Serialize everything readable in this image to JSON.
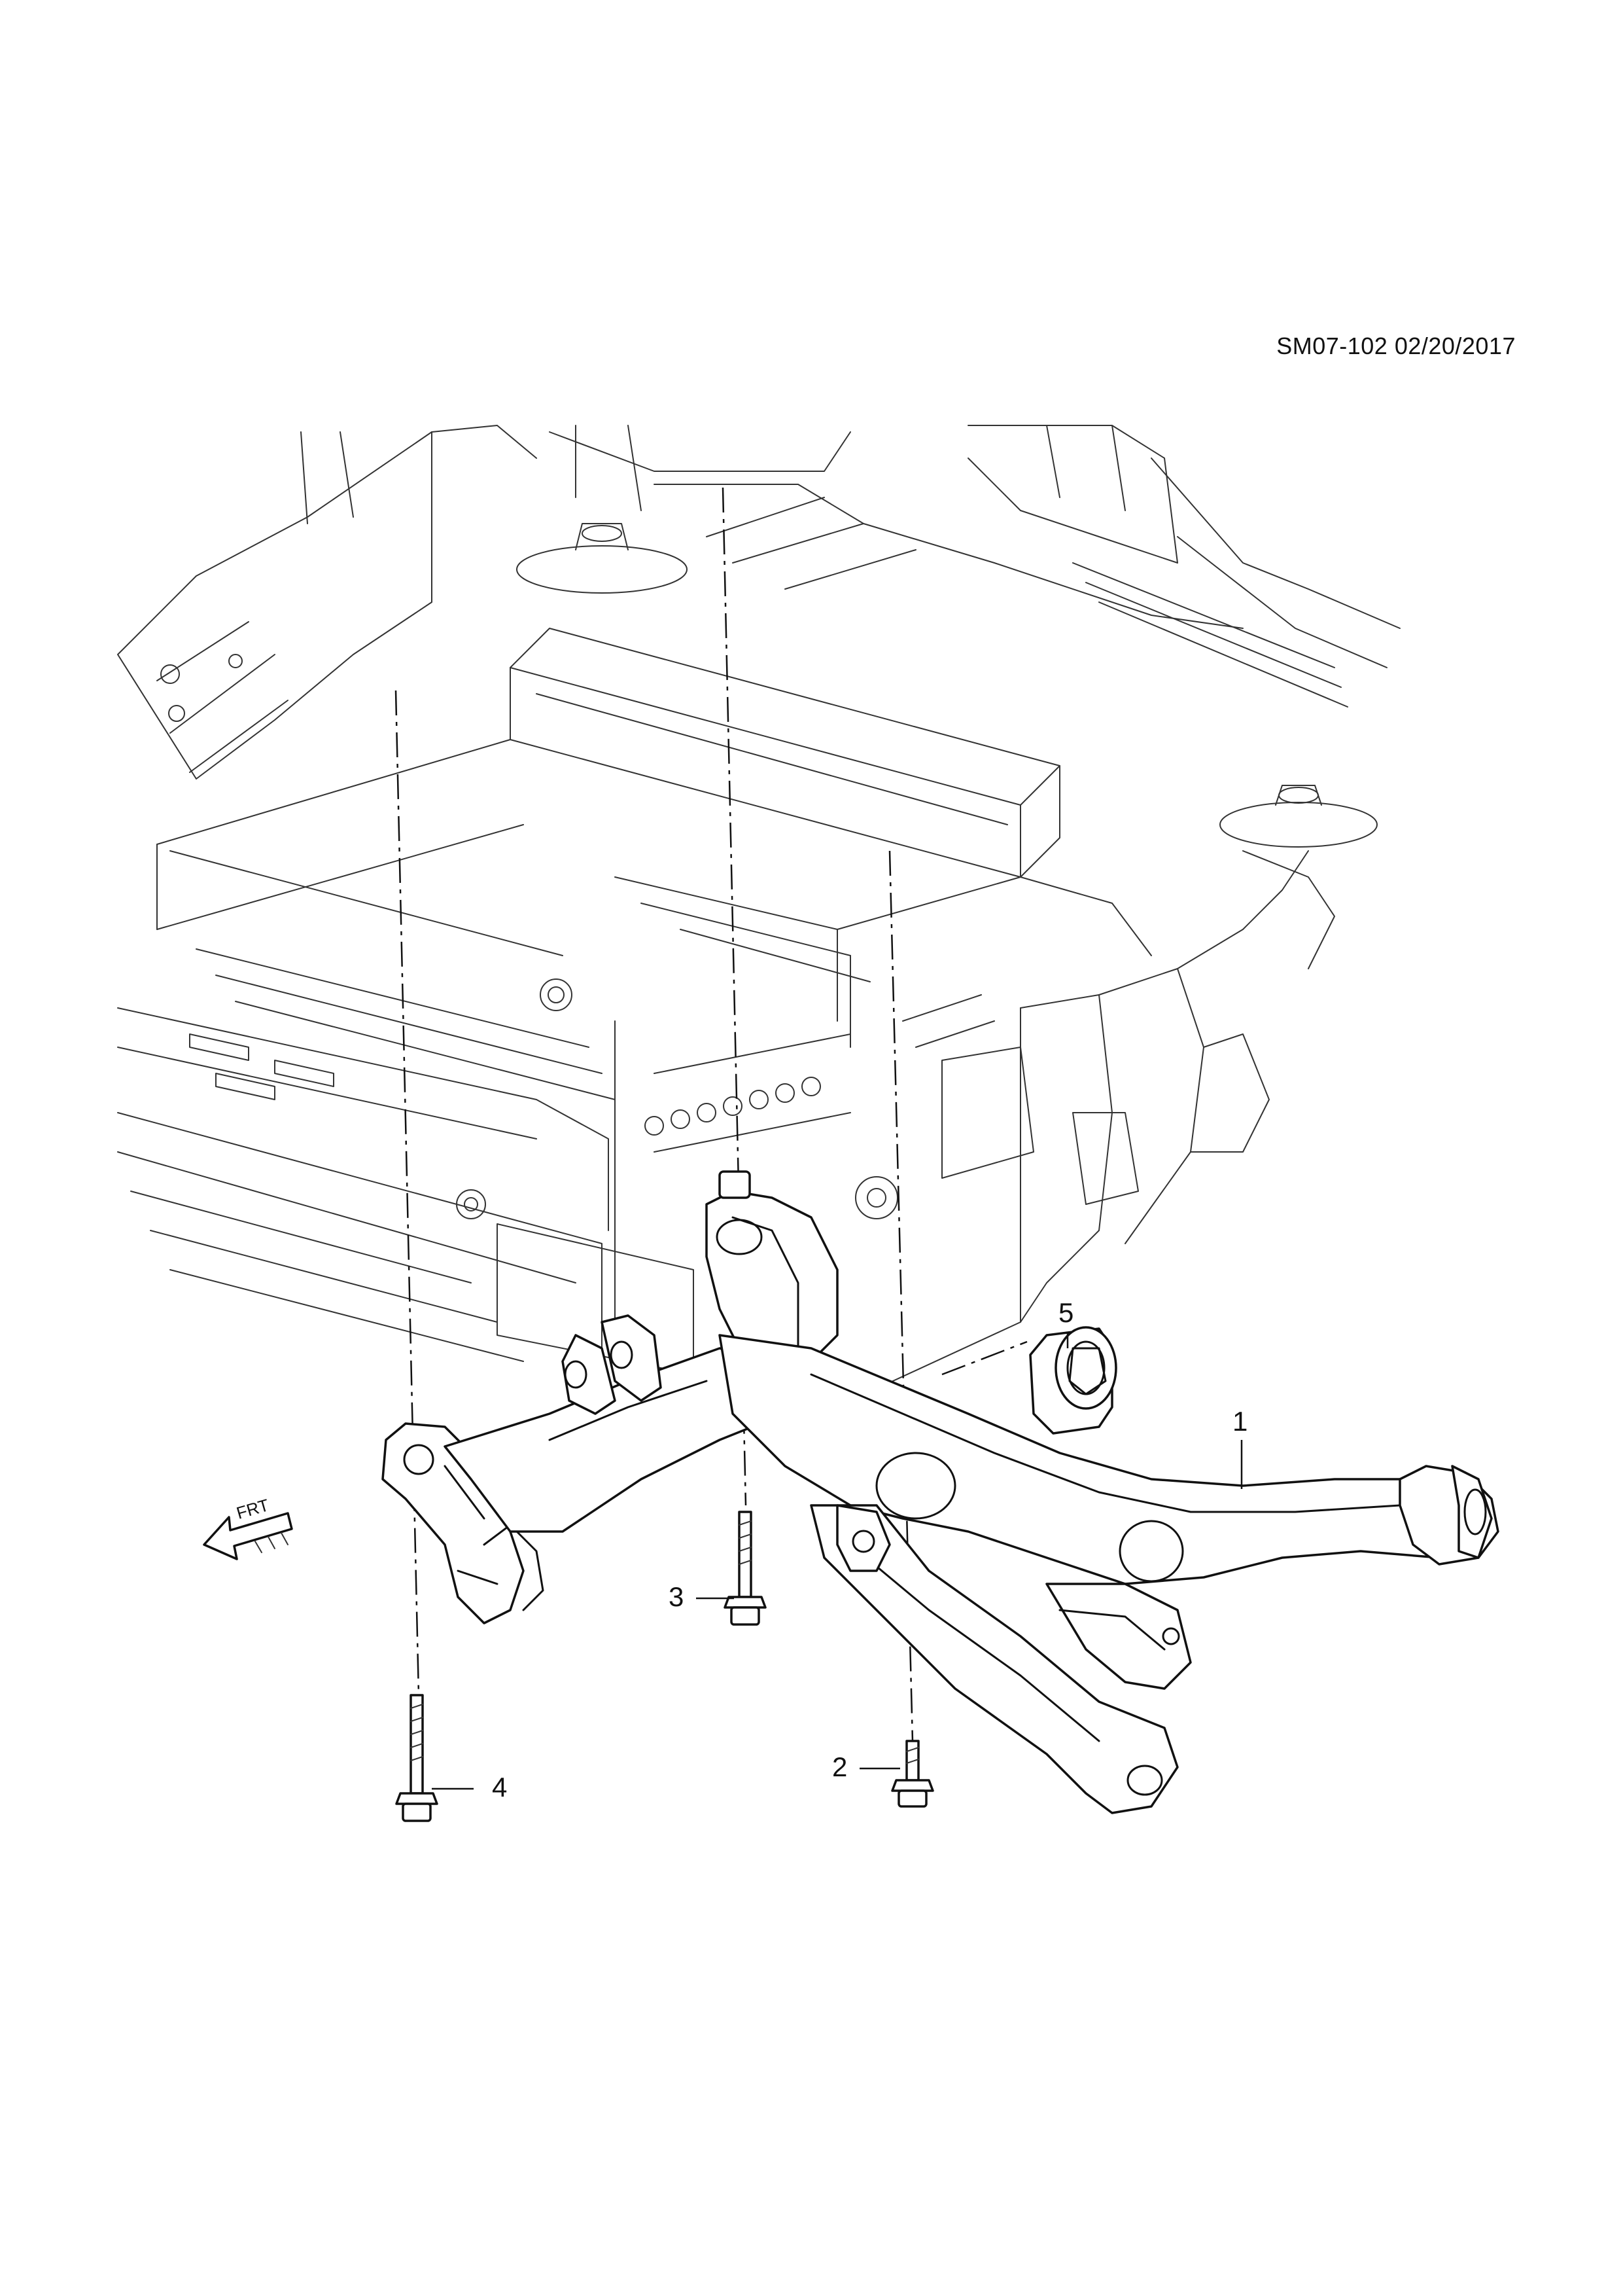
{
  "header": {
    "doc_id": "SM07-102 02/20/2017"
  },
  "orientation": {
    "arrow_label": "FRT"
  },
  "callouts": [
    {
      "id": "1",
      "label": "1"
    },
    {
      "id": "2",
      "label": "2"
    },
    {
      "id": "3",
      "label": "3"
    },
    {
      "id": "4",
      "label": "4"
    },
    {
      "id": "5",
      "label": "5"
    }
  ]
}
